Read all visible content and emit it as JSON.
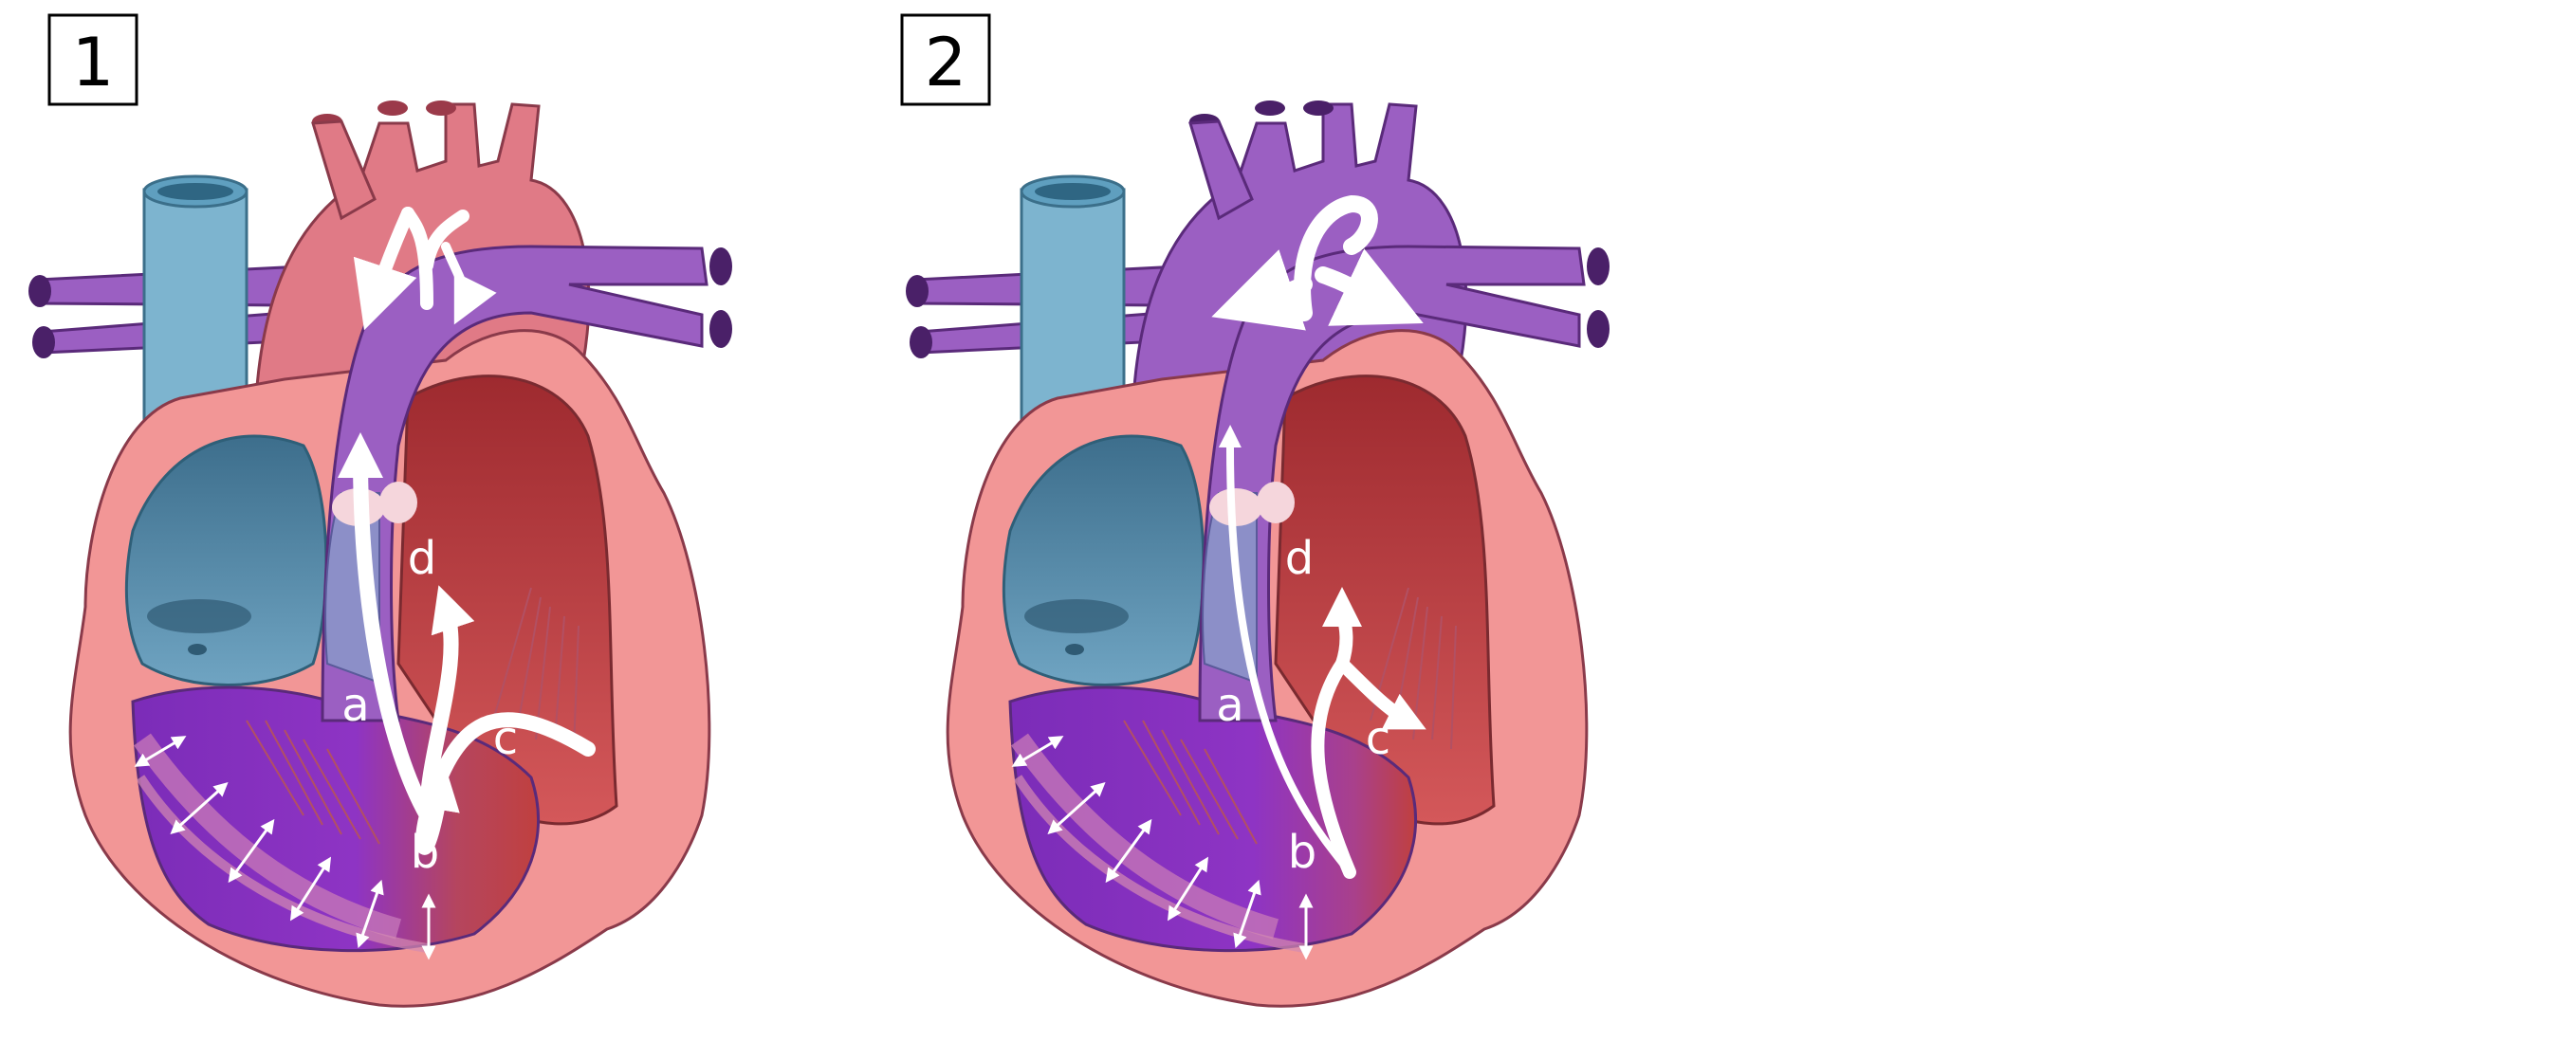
{
  "panels": [
    {
      "number": "1",
      "labels": {
        "a": "a",
        "b": "b",
        "c": "c",
        "d": "d"
      }
    },
    {
      "number": "2",
      "labels": {
        "a": "a",
        "b": "b",
        "c": "c",
        "d": "d"
      }
    }
  ],
  "colors": {
    "pericardium": "#f29696",
    "aorta_oxygenated": "#e07a86",
    "pulmonary_purple": "#9b5fc2",
    "vena_cava": "#7db4cf",
    "right_atrium": "#4a86a6",
    "left_atrium": "#c63d3f",
    "ventricle_purple": "#8a2fc0",
    "outline": "#8a3a4a",
    "arrow": "#ffffff"
  },
  "icons": [
    "branching-arrow-icon",
    "double-headed-arrow-icon"
  ]
}
